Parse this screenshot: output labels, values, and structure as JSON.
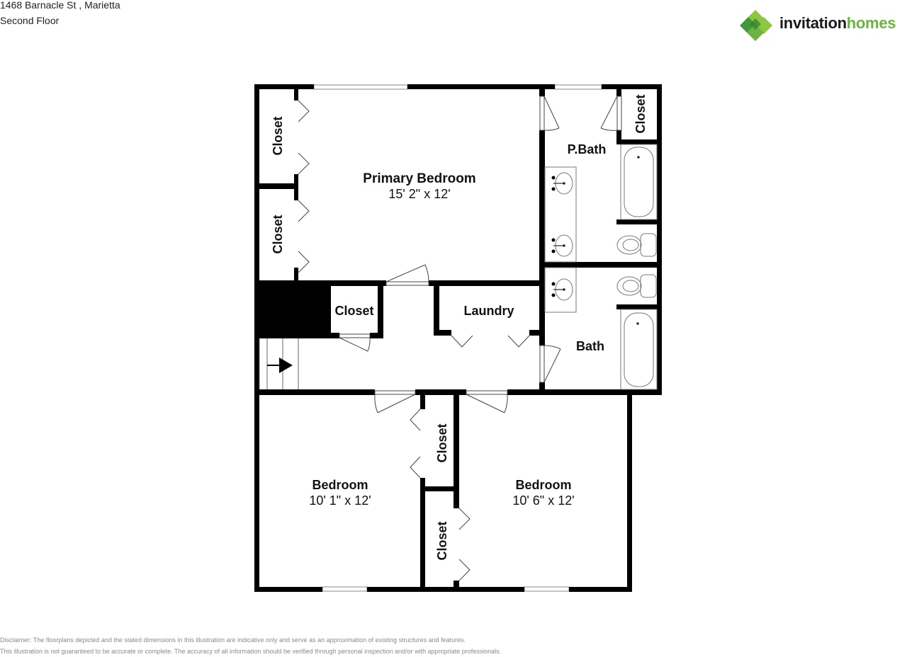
{
  "header": {
    "address": "1468 Barnacle St , Marietta",
    "floor": "Second Floor"
  },
  "logo": {
    "word1": "invitation",
    "word2": "homes",
    "colors": {
      "dark_green": "#3e9a3a",
      "light_green": "#8dc63f",
      "text_dark": "#1a1a1a",
      "text_green": "#6cb33f"
    }
  },
  "rooms": {
    "primary_bedroom": {
      "name": "Primary Bedroom",
      "dims": "15' 2\" x 12'"
    },
    "p_bath": {
      "name": "P.Bath"
    },
    "bath": {
      "name": "Bath"
    },
    "laundry": {
      "name": "Laundry"
    },
    "bedroom_left": {
      "name": "Bedroom",
      "dims": "10' 1\" x 12'"
    },
    "bedroom_right": {
      "name": "Bedroom",
      "dims": "10' 6\" x 12'"
    },
    "closet_pb_upper": {
      "name": "Closet"
    },
    "closet_pb_lower": {
      "name": "Closet"
    },
    "closet_hall": {
      "name": "Closet"
    },
    "closet_pbath": {
      "name": "Closet"
    },
    "closet_bed_upper": {
      "name": "Closet"
    },
    "closet_bed_lower": {
      "name": "Closet"
    }
  },
  "icons": [
    "logo-icon",
    "stairs-arrow-icon",
    "sink-icon",
    "toilet-icon",
    "bathtub-icon",
    "door-swing-icon"
  ],
  "disclaimer": {
    "line1": "Disclaimer: The floorplans depicted and the stated dimensions in this illustration are indicative only and serve as an approximation of existing structures and features.",
    "line2": "This illustration is not guaranteed to be accurate or complete. The accuracy of all information should be verified through personal inspection and/or with appropriate professionals."
  }
}
